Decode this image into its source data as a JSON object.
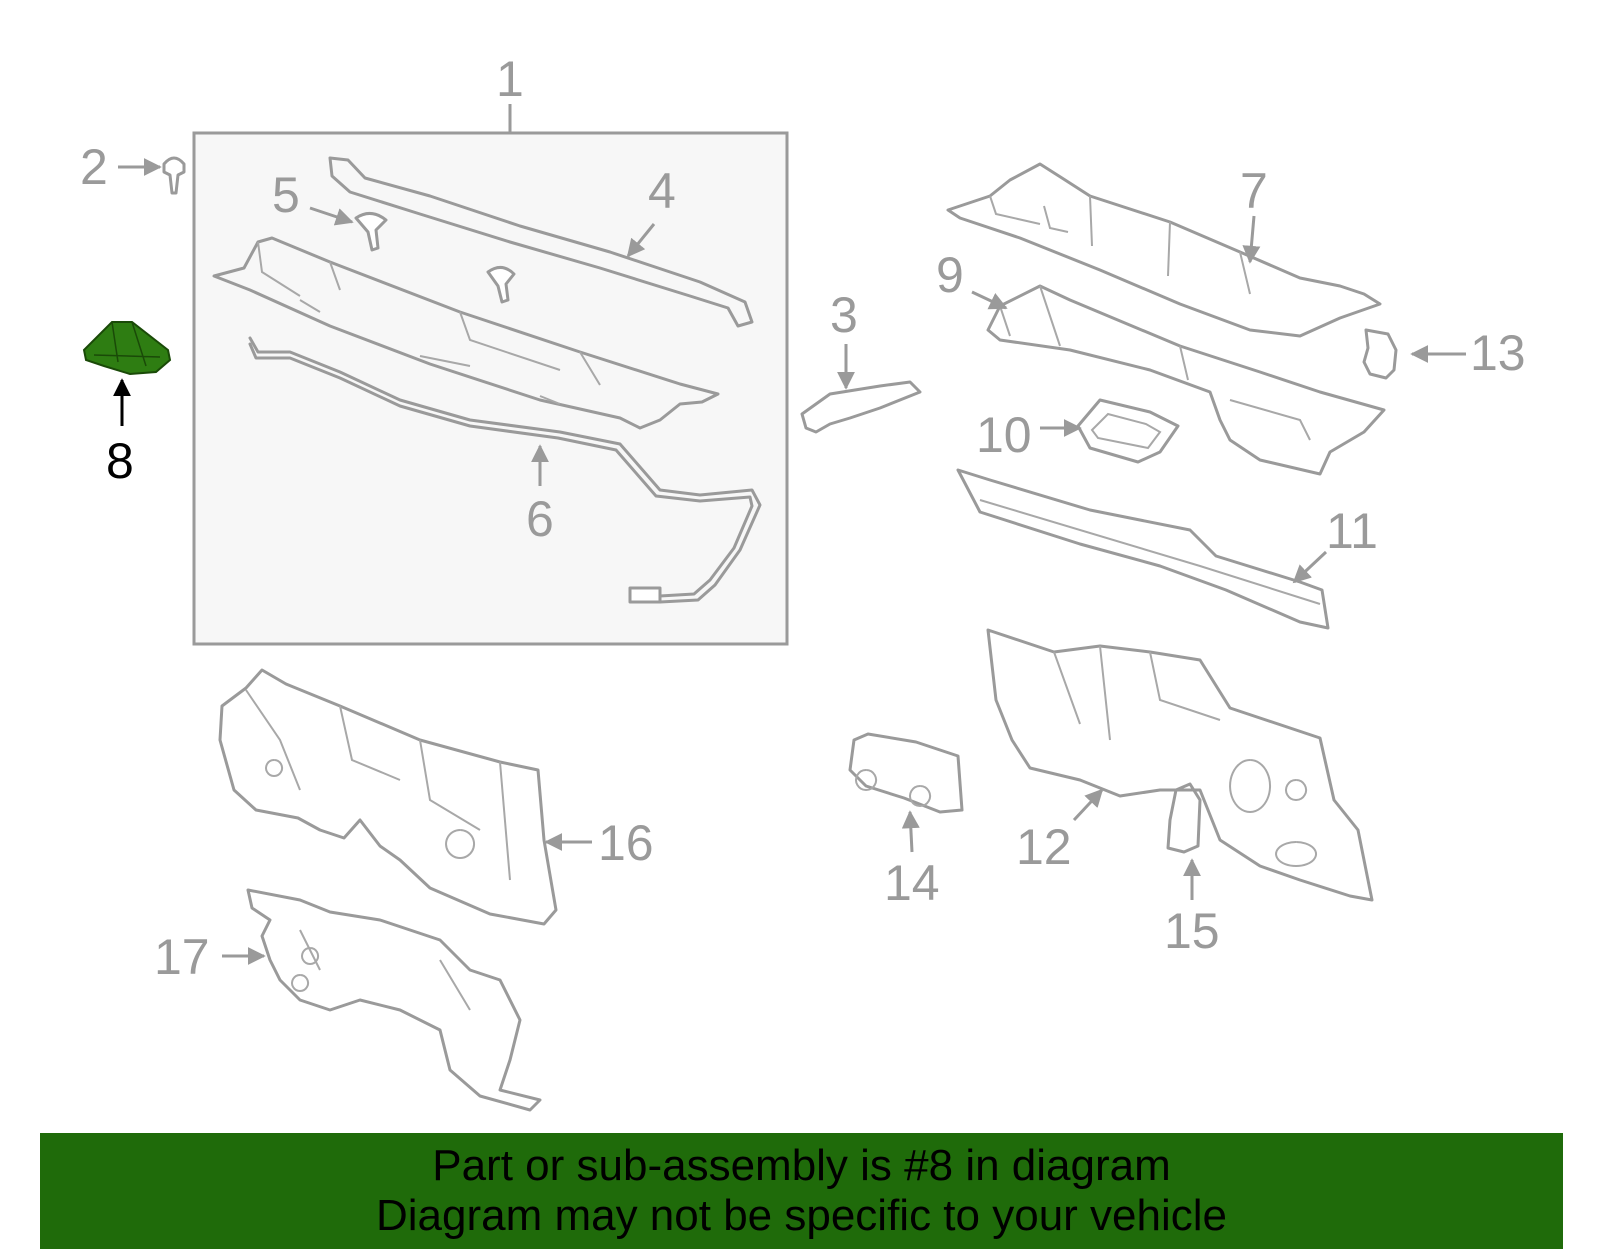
{
  "highlight_color": "#2e7d12",
  "banner_color": "#1f6b0a",
  "callouts": [
    {
      "id": "1",
      "text": "1"
    },
    {
      "id": "2",
      "text": "2"
    },
    {
      "id": "3",
      "text": "3"
    },
    {
      "id": "4",
      "text": "4"
    },
    {
      "id": "5",
      "text": "5"
    },
    {
      "id": "6",
      "text": "6"
    },
    {
      "id": "7",
      "text": "7"
    },
    {
      "id": "8",
      "text": "8",
      "highlighted": true
    },
    {
      "id": "9",
      "text": "9"
    },
    {
      "id": "10",
      "text": "10"
    },
    {
      "id": "11",
      "text": "11"
    },
    {
      "id": "12",
      "text": "12"
    },
    {
      "id": "13",
      "text": "13"
    },
    {
      "id": "14",
      "text": "14"
    },
    {
      "id": "15",
      "text": "15"
    },
    {
      "id": "16",
      "text": "16"
    },
    {
      "id": "17",
      "text": "17"
    }
  ],
  "banner": {
    "line1": "Part or sub-assembly is #8 in diagram",
    "line2": "Diagram may not be specific to your vehicle"
  }
}
